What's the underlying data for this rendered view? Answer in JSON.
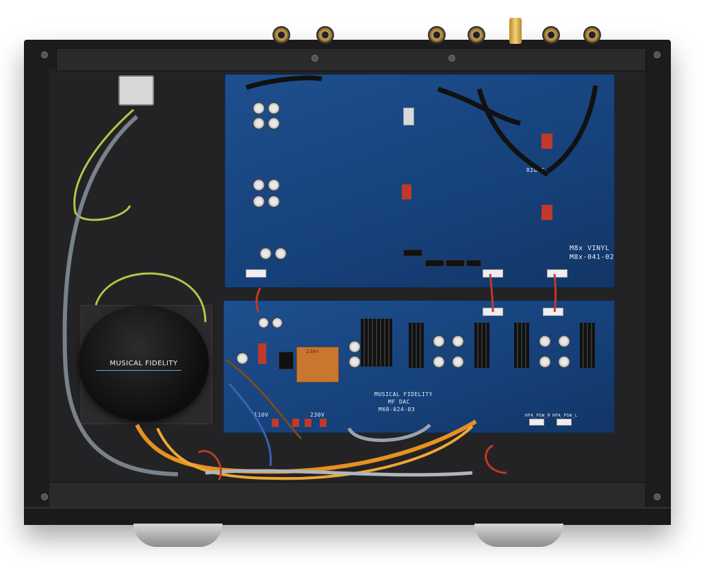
{
  "photo": {
    "subject": "Musical Fidelity amplifier chassis interior (top view)",
    "background_color": "#ffffff",
    "pcb_color": "#1e4f8e"
  },
  "transformer": {
    "brand_label": "MUSICAL FIDELITY"
  },
  "upper_board": {
    "model_line1": "M8x VINYL",
    "model_line2": "M8x-041-02",
    "right_label": "RIGHT"
  },
  "lower_board": {
    "line1": "MUSICAL FIDELITY",
    "line2": "MF DAC",
    "line3": "M68-024-03",
    "voltage_110": "110V",
    "voltage_230": "230V",
    "hpa_r": "HPA_PGW_R",
    "hpa_l": "HPA_PGW_L"
  },
  "relay": {
    "text": "230V"
  }
}
